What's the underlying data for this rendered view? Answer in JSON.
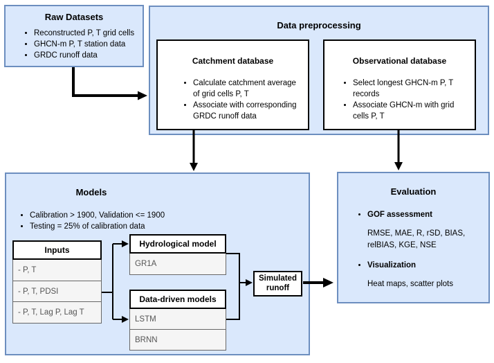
{
  "diagram": {
    "raw_datasets": {
      "title": "Raw Datasets",
      "items": [
        "Reconstructed P, T grid cells",
        "GHCN-m P, T station data",
        "GRDC runoff data"
      ]
    },
    "preprocessing": {
      "title": "Data preprocessing",
      "catchment": {
        "title": "Catchment database",
        "items": [
          "Calculate catchment average of grid cells P, T",
          "Associate with corresponding GRDC runoff data"
        ]
      },
      "observational": {
        "title": "Observational database",
        "items": [
          "Select longest GHCN-m P, T records",
          "Associate GHCN-m with grid cells P, T"
        ]
      }
    },
    "models": {
      "title": "Models",
      "items": [
        "Calibration > 1900, Validation <= 1900",
        "Testing = 25% of calibration data"
      ],
      "inputs": {
        "header": "Inputs",
        "rows": [
          "- P, T",
          "- P, T, PDSI",
          "- P, T, Lag P, Lag T"
        ]
      },
      "hydrological": {
        "header": "Hydrological model",
        "rows": [
          "GR1A"
        ]
      },
      "data_driven": {
        "header": "Data-driven models",
        "rows": [
          "LSTM",
          "BRNN"
        ]
      },
      "simulated_runoff": "Simulated runoff"
    },
    "evaluation": {
      "title": "Evaluation",
      "items": [
        {
          "label": "GOF assessment",
          "detail": "RMSE, MAE, R, rSD, BIAS, relBIAS, KGE, NSE"
        },
        {
          "label": "Visualization",
          "detail": "Heat maps, scatter plots"
        }
      ]
    },
    "colors": {
      "panel_fill": "#dae8fc",
      "panel_border": "#6c8ebf",
      "box_fill": "#ffffff",
      "box_border": "#000000",
      "row_fill": "#f5f5f5",
      "row_border": "#666666",
      "row_text": "#555555",
      "line": "#000000"
    }
  }
}
